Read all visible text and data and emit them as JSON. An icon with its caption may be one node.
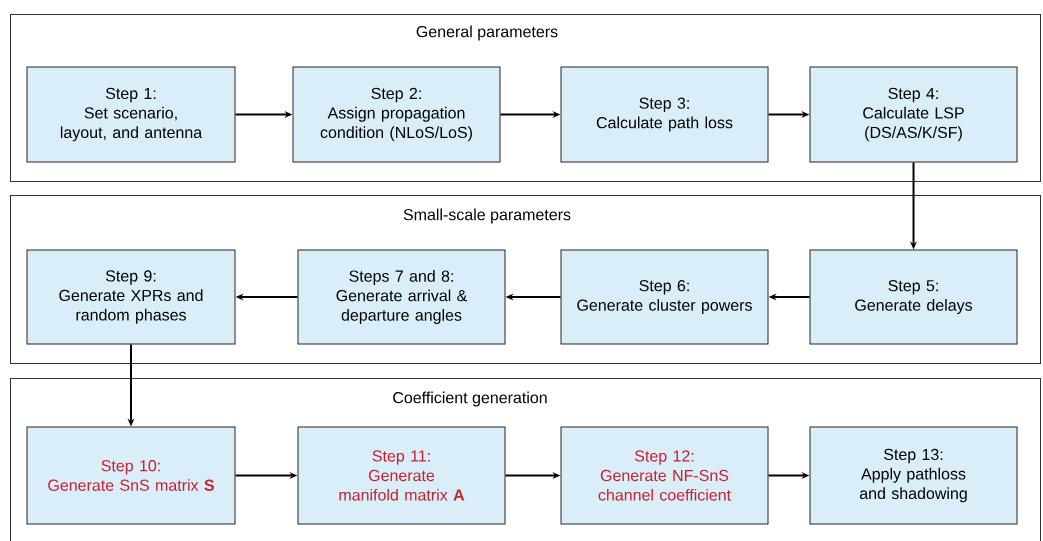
{
  "diagram": {
    "nodes": [
      {
        "text": [
          "General parameters"
        ]
      },
      {
        "text": [
          "Step 1:",
          "Set scenario, layout, and antenna"
        ],
        "in": 0
      },
      {
        "text": [
          "Step 2:",
          "Assign propagation condition (NLoS/LoS)"
        ],
        "in": 0
      },
      {
        "text": [
          "Step 3:",
          "Calculate path loss"
        ],
        "in": 0
      },
      {
        "text": [
          "Step 4:",
          "Calculate LSP (DS/AS/K/SF)"
        ],
        "in": 0
      },
      {
        "text": [
          "Small-scale parameters"
        ]
      },
      {
        "text": [
          "Step 9:",
          "Generate XPRs and random phases"
        ],
        "in": 5
      },
      {
        "text": [
          "Steps 7 and 8:",
          "Generate arrival & departure angles"
        ],
        "in": 5
      },
      {
        "text": [
          "Step 6:",
          "Generate cluster powers"
        ],
        "in": 5
      },
      {
        "text": [
          "Step 5:",
          "Generate delays"
        ],
        "in": 5
      },
      {
        "text": [
          "Coefficient generation"
        ]
      },
      {
        "text": [
          "Step 10:",
          "Generate SnS matrix **S**"
        ],
        "in": 10
      },
      {
        "text": [
          "Step 11:",
          "Generate manifold matrix **A**"
        ],
        "in": 10
      },
      {
        "text": [
          "Step 12:",
          "Generate NF-SnS channel coefficient"
        ],
        "in": 10
      },
      {
        "text": [
          "Step 13:",
          "Apply pathloss and shadowing"
        ],
        "in": 10
      }
    ],
    "edges": [
      {
        "from": 1,
        "to": 2,
        "arrow": "to"
      },
      {
        "from": 2,
        "to": 3,
        "arrow": "to"
      },
      {
        "from": 3,
        "to": 4,
        "arrow": "to"
      },
      {
        "from": 4,
        "to": 9,
        "arrow": "to"
      },
      {
        "from": 9,
        "to": 8,
        "arrow": "to"
      },
      {
        "from": 8,
        "to": 7,
        "arrow": "to"
      },
      {
        "from": 7,
        "to": 6,
        "arrow": "to"
      },
      {
        "from": 6,
        "to": 11,
        "arrow": "to"
      },
      {
        "from": 11,
        "to": 12,
        "arrow": "to"
      },
      {
        "from": 12,
        "to": 13,
        "arrow": "to"
      },
      {
        "from": 13,
        "to": 14,
        "arrow": "to"
      }
    ]
  }
}
